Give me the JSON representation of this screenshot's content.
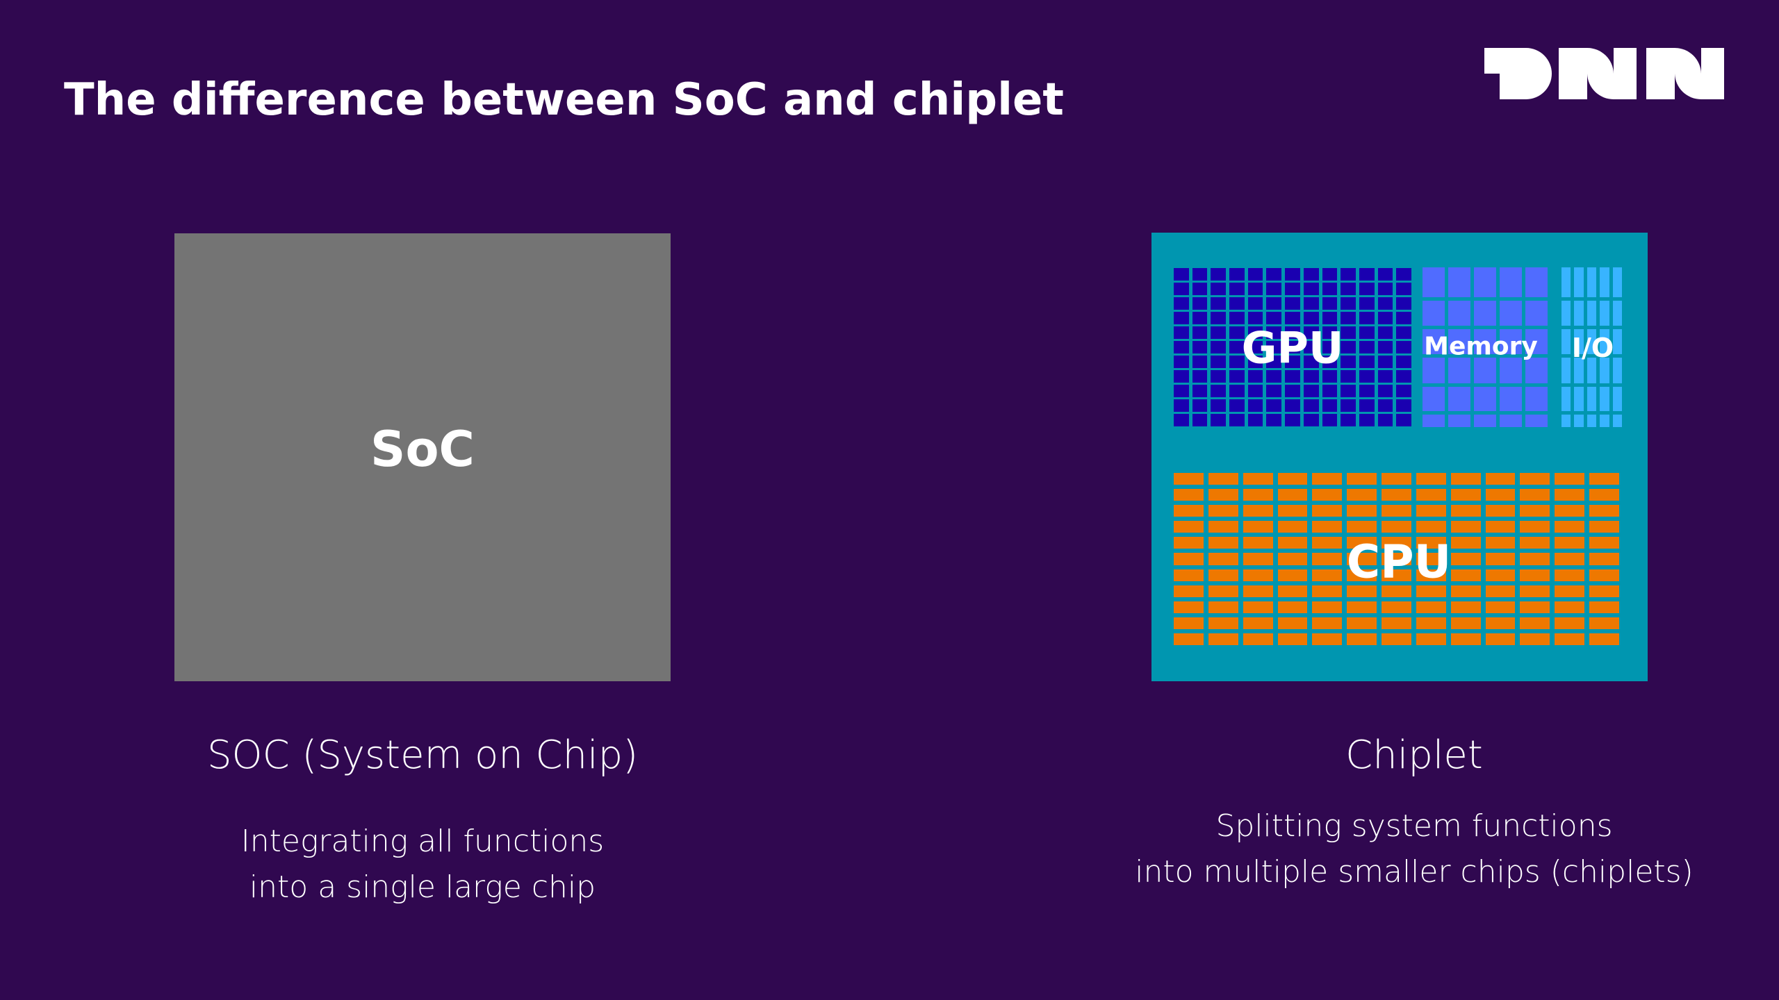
{
  "header": {
    "title": "The difference between SoC and chiplet",
    "logo_text": "DNN"
  },
  "colors": {
    "background": "#300850",
    "soc_fill": "#747474",
    "chiplet_fill": "#0096b0",
    "gpu_cell": "#1a00b0",
    "memory_cell": "#506cff",
    "io_cell": "#38b4ff",
    "cpu_cell": "#ee7800",
    "text": "#ffffff"
  },
  "soc": {
    "block_label": "SoC",
    "heading": "SOC (System on Chip)",
    "description_lines": [
      "Integrating all functions",
      "into a single large chip"
    ]
  },
  "chiplet": {
    "blocks": {
      "gpu": {
        "label": "GPU",
        "cols": 13,
        "rows": 11
      },
      "memory": {
        "label": "Memory",
        "cols": 5,
        "rows": 6
      },
      "io": {
        "label": "I/O",
        "cols": 5,
        "rows": 6
      },
      "cpu": {
        "label": "CPU",
        "cols": 13,
        "rows": 11
      }
    },
    "heading": "Chiplet",
    "description_lines": [
      "Splitting system functions",
      "into multiple smaller chips (chiplets)"
    ]
  }
}
